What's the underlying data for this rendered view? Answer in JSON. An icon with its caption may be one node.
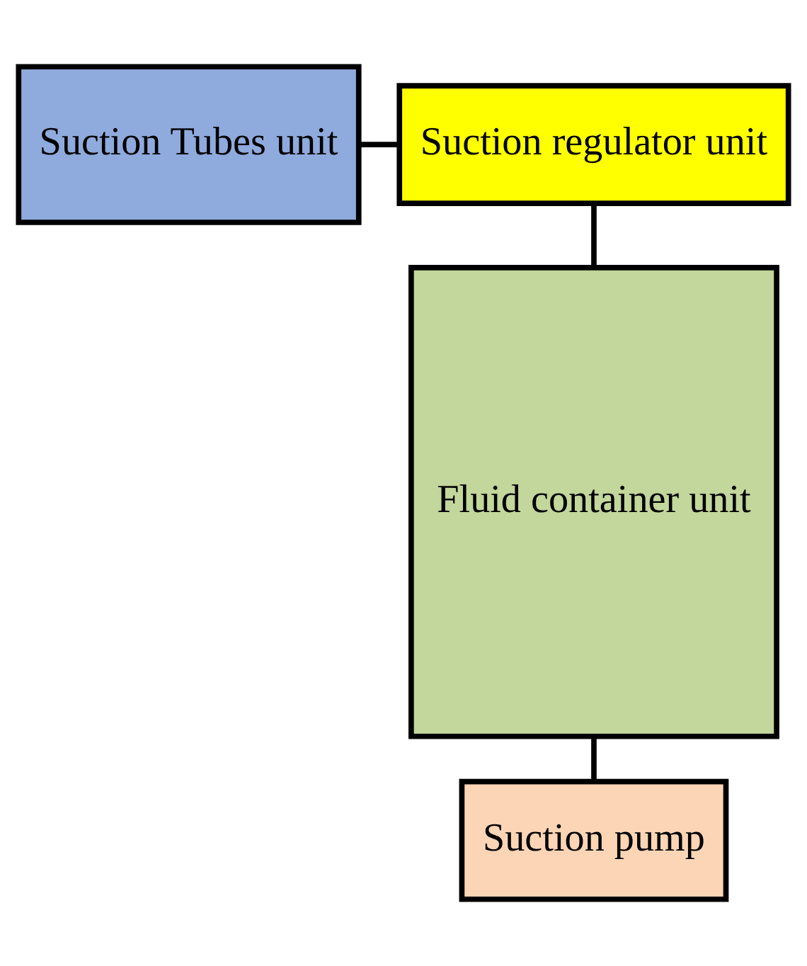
{
  "diagram": {
    "nodes": [
      {
        "text": [
          "Suction Tubes unit"
        ]
      },
      {
        "text": [
          "Suction regulator unit"
        ]
      },
      {
        "text": [
          "Fluid container unit"
        ]
      },
      {
        "text": [
          "Suction pump"
        ]
      }
    ],
    "edges": [
      {
        "from": 0,
        "to": 1,
        "arrow": "none"
      },
      {
        "from": 1,
        "to": 2,
        "arrow": "none"
      },
      {
        "from": 2,
        "to": 3,
        "arrow": "none"
      }
    ]
  }
}
